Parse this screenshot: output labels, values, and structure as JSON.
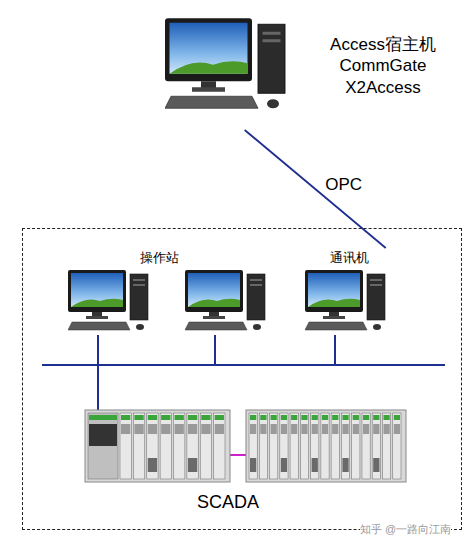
{
  "diagram": {
    "nodes": [
      {
        "text": [
          "Access宿主机 CommGate X2Access"
        ]
      },
      {
        "text": [
          "SCADA"
        ]
      },
      {
        "text": [
          "通讯机"
        ],
        "in": 1
      }
    ],
    "edges": [
      {
        "from": 0,
        "to": 2,
        "arrow": "none",
        "label": "OPC"
      }
    ],
    "labels": [
      "操作站",
      "知乎 @一路向江南"
    ]
  }
}
